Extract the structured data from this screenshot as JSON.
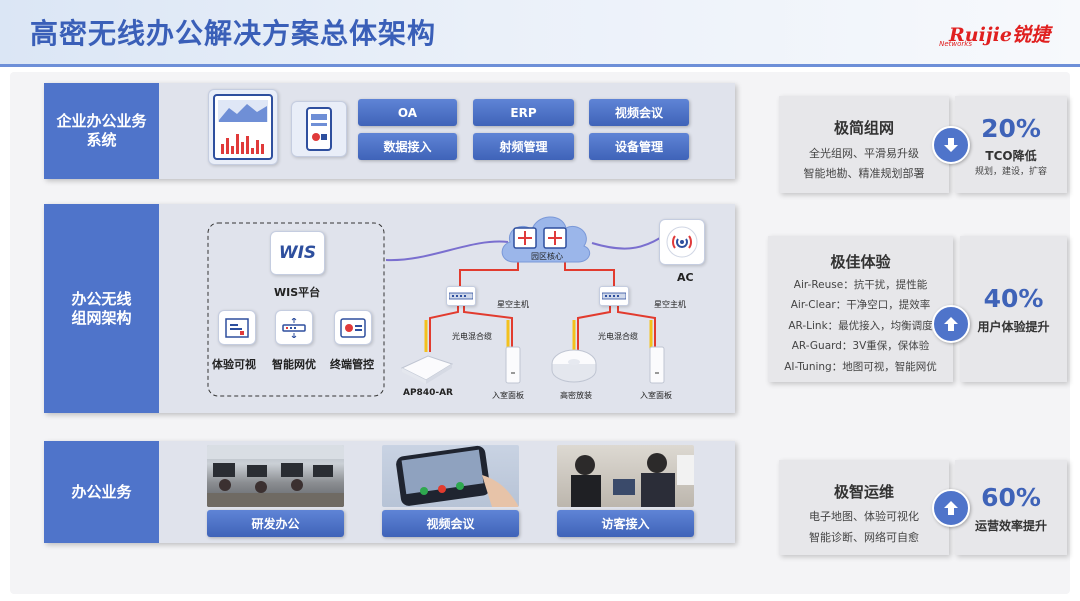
{
  "header": {
    "title": "高密无线办公解决方案总体架构",
    "logo": "Ruijie锐捷",
    "logo_sub": "Networks"
  },
  "rows": {
    "business": {
      "label": "企业办公业务\n系统",
      "apps": [
        "OA",
        "ERP",
        "视频会议",
        "数据接入",
        "射频管理",
        "设备管理"
      ]
    },
    "network": {
      "label": "办公无线\n组网架构",
      "wis_logo": "WIS",
      "wis_platform": "WIS平台",
      "wis_features": [
        "体验可视",
        "智能网优",
        "终端管控"
      ],
      "core": "园区核心",
      "ac": "AC",
      "switch_left": "星空主机",
      "switch_right": "星空主机",
      "cable_left": "光电混合缆",
      "cable_right": "光电混合缆",
      "ap_left": "AP840-AR",
      "panel_left": "入室面板",
      "ap_right": "高密放装",
      "panel_right": "入室面板"
    },
    "office": {
      "label": "办公业务",
      "scenes": [
        "研发办公",
        "视频会议",
        "访客接入"
      ]
    }
  },
  "cards": [
    {
      "title": "极简组网",
      "lines": [
        "全光组网、平滑易升级",
        "智能地勘、精准规划部署"
      ],
      "percent": "20%",
      "metric": "TCO降低",
      "sub": "规划，建设，扩容",
      "arrow": "down"
    },
    {
      "title": "极佳体验",
      "lines": [
        "Air-Reuse：抗干扰，提性能",
        "Air-Clear：干净空口，提效率",
        "AR-Link：最优接入，均衡调度",
        "AR-Guard：3V重保，保体验",
        "AI-Tuning：地图可视，智能网优"
      ],
      "percent": "40%",
      "metric": "用户体验提升",
      "sub": "",
      "arrow": "up"
    },
    {
      "title": "极智运维",
      "lines": [
        "电子地图、体验可视化",
        "智能诊断、网络可自愈"
      ],
      "percent": "60%",
      "metric": "运营效率提升",
      "sub": "",
      "arrow": "up"
    }
  ],
  "colors": {
    "accent": "#4f74ca",
    "title": "#3a5fb8",
    "brand": "#e02020",
    "cable_red": "#e23b2e",
    "cable_yellow": "#f3c11d",
    "link_purple": "#7a6fcf"
  }
}
